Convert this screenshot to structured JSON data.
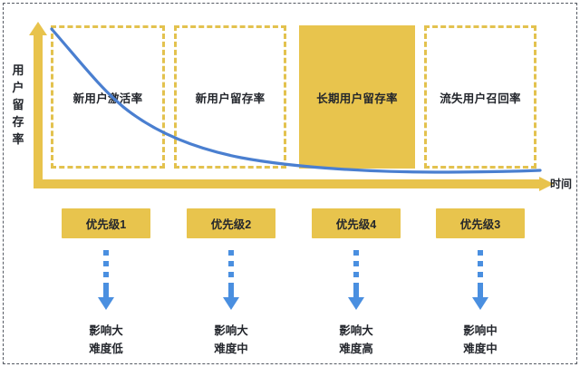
{
  "chart_data": {
    "type": "line",
    "title": "",
    "xlabel": "时间",
    "ylabel": "用户留存率",
    "ylabel_chars": [
      "用",
      "户",
      "留",
      "存",
      "率"
    ],
    "grid": false,
    "legend": "none",
    "x": [
      0,
      0.08,
      0.17,
      0.25,
      0.33,
      0.42,
      0.5,
      0.58,
      0.67,
      0.75,
      0.83,
      0.92,
      1.0
    ],
    "series": [
      {
        "name": "用户留存率",
        "color": "#4a7fd0",
        "values": [
          100,
          78,
          62,
          51,
          43,
          36,
          31,
          26,
          22,
          19,
          16,
          14,
          13
        ]
      }
    ],
    "annotations": [
      {
        "label": "新用户激活率",
        "x_start": 0.0,
        "x_end": 0.235,
        "style": "dashed"
      },
      {
        "label": "新用户留存率",
        "x_start": 0.255,
        "x_end": 0.487,
        "style": "dashed"
      },
      {
        "label": "长期用户留存率",
        "x_start": 0.515,
        "x_end": 0.752,
        "style": "filled"
      },
      {
        "label": "流失用户召回率",
        "x_start": 0.772,
        "x_end": 1.0,
        "style": "dashed"
      }
    ]
  },
  "colors": {
    "gold": "#e8c44d",
    "gold_dash": "#e3c24e",
    "blue_curve": "#4a7fd0",
    "blue_arrow": "#4a8fe0",
    "text": "#23262c",
    "frame": "#555a63"
  },
  "axes": {
    "y_label_chars": [
      "用",
      "户",
      "留",
      "存",
      "率"
    ],
    "x_label": "时间"
  },
  "stages": [
    {
      "label": "新用户激活率",
      "style": "dashed"
    },
    {
      "label": "新用户留存率",
      "style": "dashed"
    },
    {
      "label": "长期用户留存率",
      "style": "filled"
    },
    {
      "label": "流失用户召回率",
      "style": "dashed"
    }
  ],
  "priorities": [
    {
      "box_label": "优先级1",
      "impact": "影响大",
      "difficulty": "难度低"
    },
    {
      "box_label": "优先级2",
      "impact": "影响大",
      "difficulty": "难度中"
    },
    {
      "box_label": "优先级4",
      "impact": "影响大",
      "difficulty": "难度高"
    },
    {
      "box_label": "优先级3",
      "impact": "影响中",
      "difficulty": "难度中"
    }
  ]
}
